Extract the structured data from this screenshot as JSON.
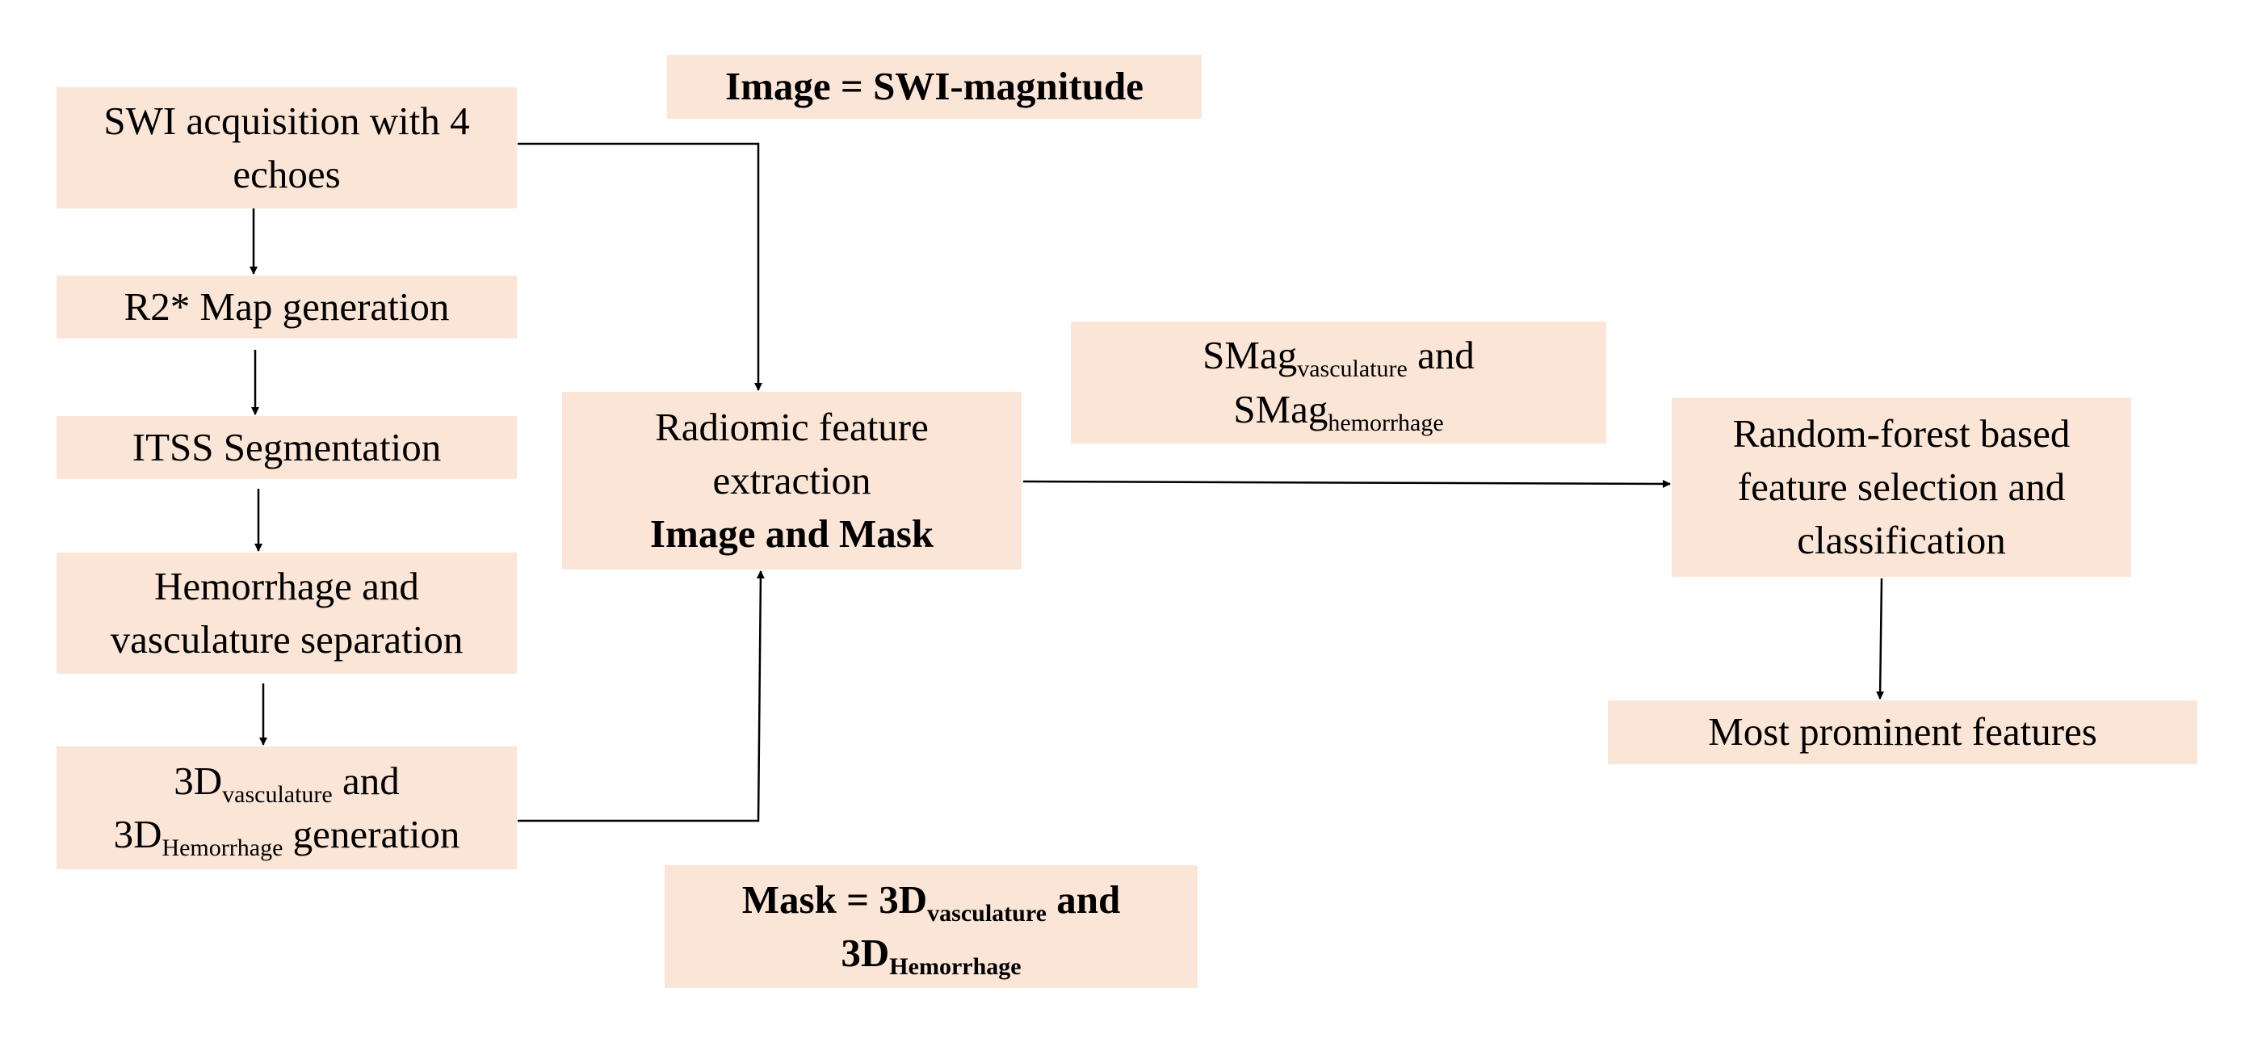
{
  "boxes": {
    "swi": {
      "line1": "SWI acquisition with 4",
      "line2": "echoes"
    },
    "r2": {
      "text": "R2* Map generation"
    },
    "itss": {
      "text": "ITSS Segmentation"
    },
    "sep": {
      "line1": "Hemorrhage and",
      "line2": "vasculature separation"
    },
    "gen3d": {
      "base1": "3D",
      "sub1": "vasculature",
      "and": " and",
      "base2": "3D",
      "sub2": "Hemorrhage",
      "tail": " generation"
    },
    "image": {
      "text": "Image = SWI-magnitude"
    },
    "radiomic": {
      "line1": "Radiomic feature",
      "line2": "extraction",
      "line3": "Image and Mask"
    },
    "mask": {
      "prefix": "Mask = 3D",
      "sub1": "vasculature",
      "and": " and",
      "base2": "3D",
      "sub2": "Hemorrhage"
    },
    "smag": {
      "base1": "SMag",
      "sub1": "vasculature",
      "and": " and",
      "base2": "SMag",
      "sub2": "hemorrhage"
    },
    "rf": {
      "line1": "Random-forest based",
      "line2": "feature selection and",
      "line3": "classification"
    },
    "prominent": {
      "text": "Most prominent features"
    }
  },
  "colors": {
    "box_fill": "#fbe5d6",
    "arrow": "#000000"
  }
}
